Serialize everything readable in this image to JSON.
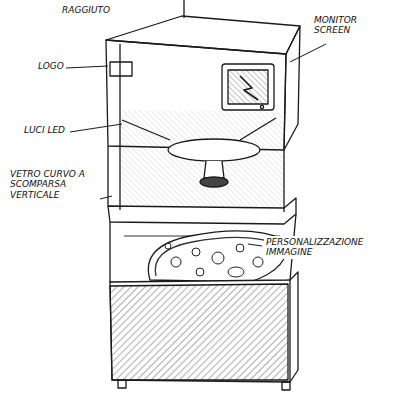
{
  "diagram": {
    "labels": [
      "RAGGIUTO",
      "LOGO",
      "MONITOR SCREEN",
      "LUCI LED",
      "VETRO CURVO A SCOMPARSA VERTICALE",
      "PERSONALIZZAZIONE IMMAGINE"
    ]
  }
}
